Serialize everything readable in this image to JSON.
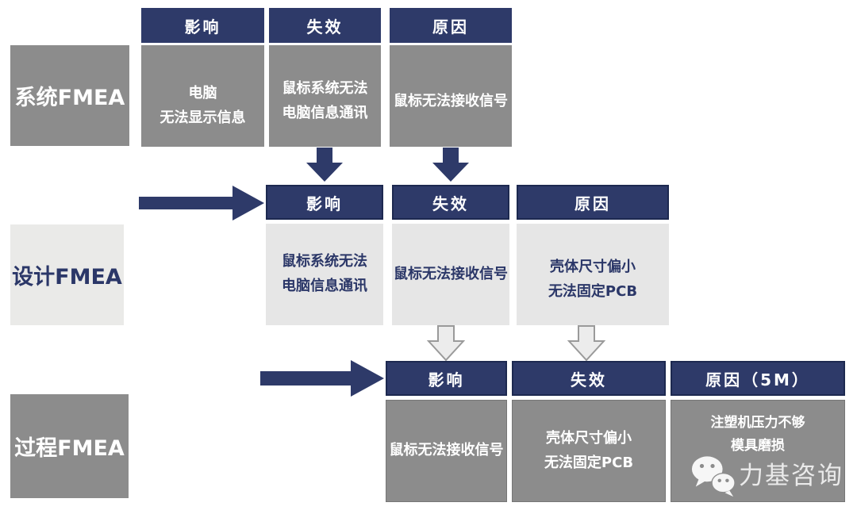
{
  "rows": [
    {
      "label": "系统FMEA",
      "columns": [
        {
          "header": "影响",
          "content": "电脑\n无法显示信息"
        },
        {
          "header": "失效",
          "content": "鼠标系统无法\n电脑信息通讯"
        },
        {
          "header": "原因",
          "content": "鼠标无法接收信号"
        }
      ]
    },
    {
      "label": "设计FMEA",
      "columns": [
        {
          "header": "影响",
          "content": "鼠标系统无法\n电脑信息通讯"
        },
        {
          "header": "失效",
          "content": "鼠标无法接收信号"
        },
        {
          "header": "原因",
          "content": "壳体尺寸偏小\n无法固定PCB"
        }
      ]
    },
    {
      "label": "过程FMEA",
      "columns": [
        {
          "header": "影响",
          "content": "鼠标无法接收信号"
        },
        {
          "header": "失效",
          "content": "壳体尺寸偏小\n无法固定PCB"
        },
        {
          "header": "原因（5M）",
          "content": "注塑机压力不够\n模具磨损"
        }
      ]
    }
  ],
  "watermark": {
    "icon": "wechat-icon",
    "text": "力基咨询"
  },
  "colors": {
    "navy": "#2e3a69",
    "navy_border": "#1d2950",
    "box_gray": "#8c8c8c",
    "box_light_gray": "#e6e6e6",
    "label_light_gray": "#eaeae8",
    "background": "#ffffff"
  }
}
